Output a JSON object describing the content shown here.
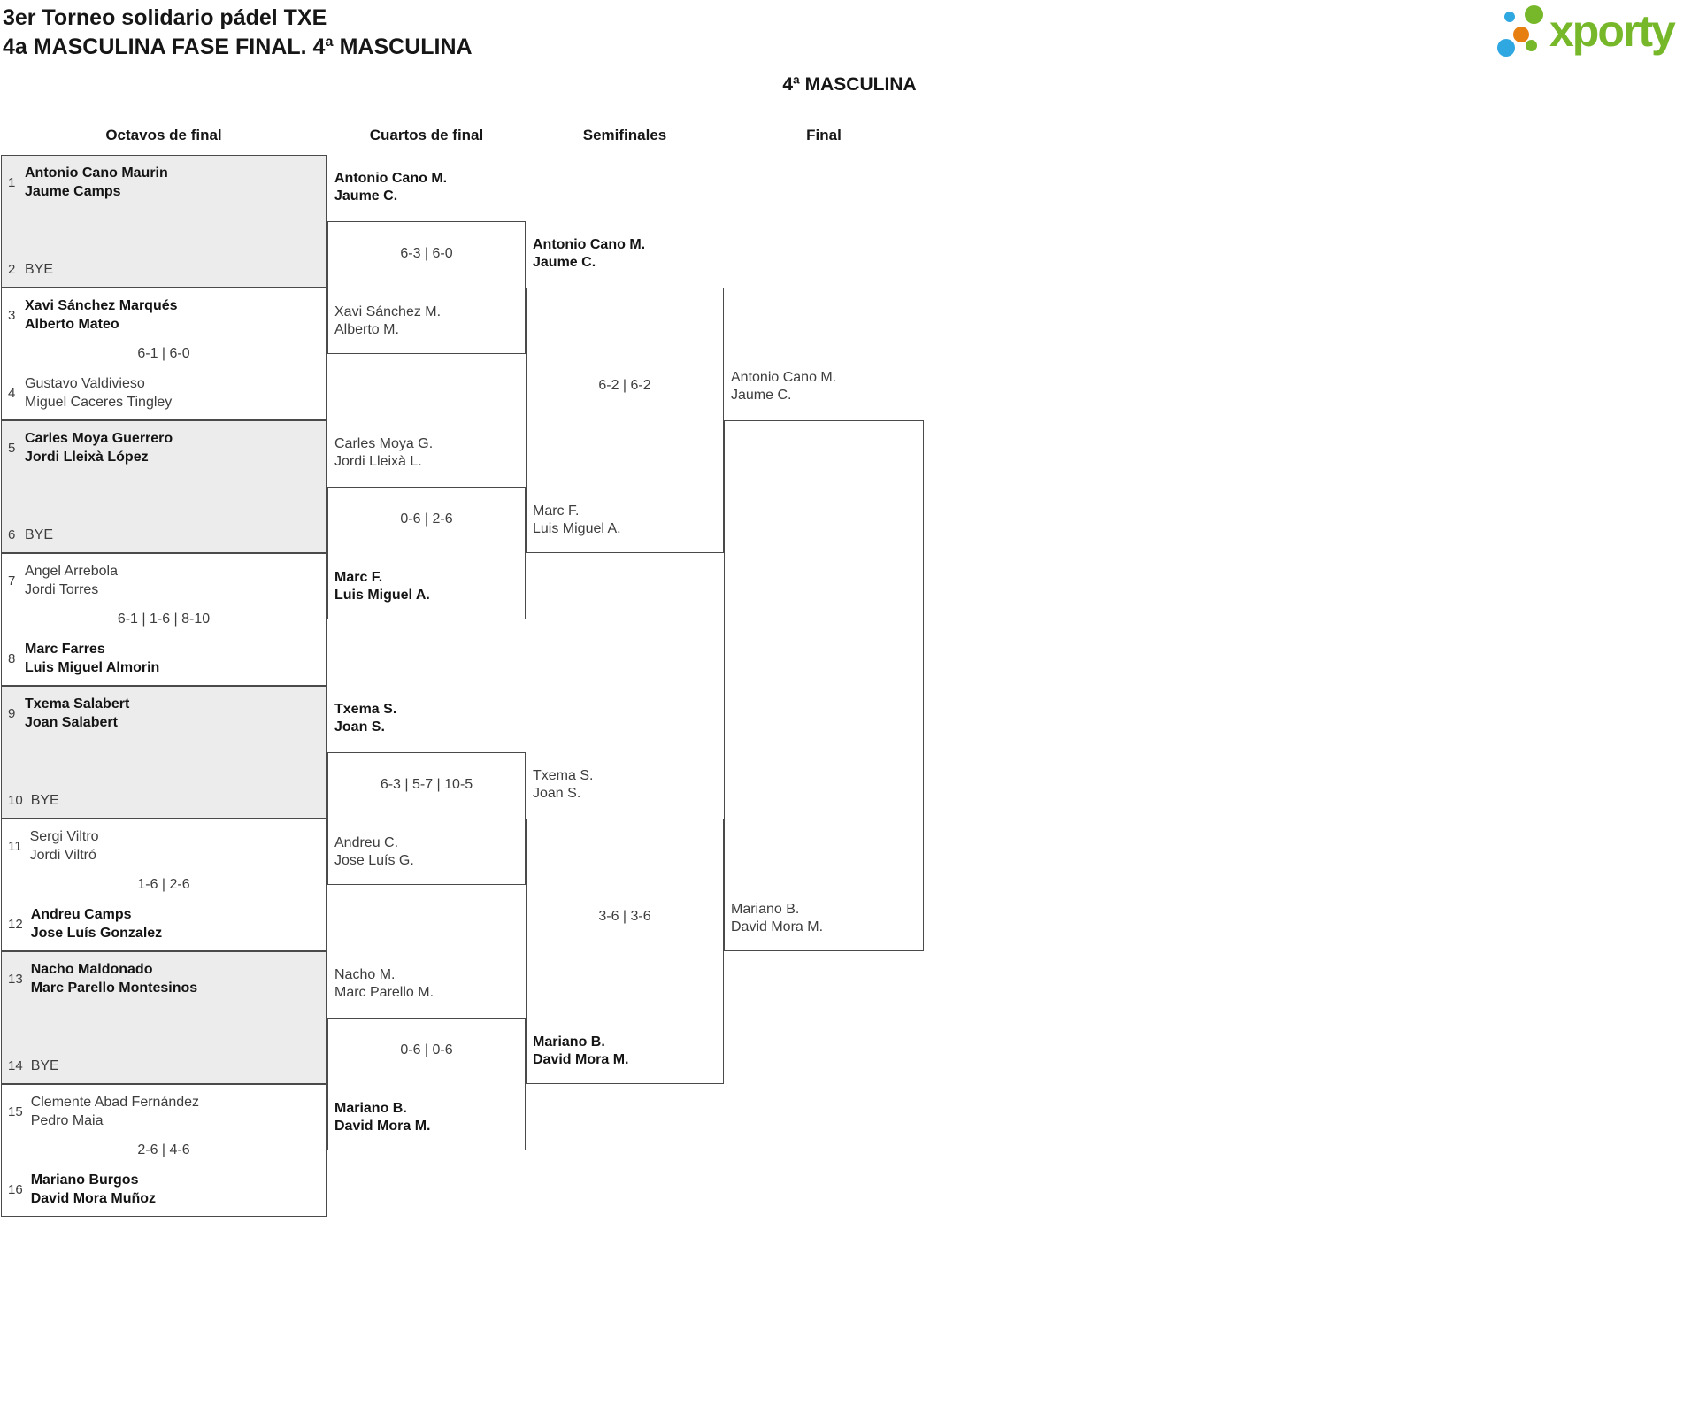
{
  "header": {
    "title_line1": "3er Torneo solidario pádel TXE",
    "title_line2": "4a MASCULINA FASE FINAL. 4ª MASCULINA"
  },
  "logo": {
    "text": "xporty",
    "green": "#76b82a",
    "blue": "#2fa8e1",
    "orange": "#e77f10"
  },
  "group_title": "4ª MASCULINA",
  "round_headers": {
    "r16": "Octavos de final",
    "qf": "Cuartos de final",
    "sf": "Semifinales",
    "final": "Final"
  },
  "bracket": {
    "r16": [
      {
        "seed_top": "1",
        "top1": "Antonio Cano Maurin",
        "top2": "Jaume Camps",
        "winner": "top",
        "score": "",
        "seed_bottom": "2",
        "bot1": "BYE",
        "bot2": ""
      },
      {
        "seed_top": "3",
        "top1": "Xavi Sánchez Marqués",
        "top2": "Alberto Mateo",
        "winner": "top",
        "score": "6-1 | 6-0",
        "seed_bottom": "4",
        "bot1": "Gustavo Valdivieso",
        "bot2": "Miguel Caceres Tingley"
      },
      {
        "seed_top": "5",
        "top1": "Carles Moya Guerrero",
        "top2": "Jordi Lleixà López",
        "winner": "top",
        "score": "",
        "seed_bottom": "6",
        "bot1": "BYE",
        "bot2": ""
      },
      {
        "seed_top": "7",
        "top1": "Angel Arrebola",
        "top2": "Jordi Torres",
        "winner": "bottom",
        "score": "6-1 | 1-6 | 8-10",
        "seed_bottom": "8",
        "bot1": "Marc Farres",
        "bot2": "Luis Miguel Almorin"
      },
      {
        "seed_top": "9",
        "top1": "Txema Salabert",
        "top2": "Joan Salabert",
        "winner": "top",
        "score": "",
        "seed_bottom": "10",
        "bot1": "BYE",
        "bot2": ""
      },
      {
        "seed_top": "11",
        "top1": "Sergi Viltro",
        "top2": "Jordi Viltró",
        "winner": "bottom",
        "score": "1-6 | 2-6",
        "seed_bottom": "12",
        "bot1": "Andreu Camps",
        "bot2": "Jose Luís Gonzalez"
      },
      {
        "seed_top": "13",
        "top1": "Nacho Maldonado",
        "top2": "Marc Parello Montesinos",
        "winner": "top",
        "score": "",
        "seed_bottom": "14",
        "bot1": "BYE",
        "bot2": ""
      },
      {
        "seed_top": "15",
        "top1": "Clemente Abad Fernández",
        "top2": "Pedro Maia",
        "winner": "bottom",
        "score": "2-6 | 4-6",
        "seed_bottom": "16",
        "bot1": "Mariano Burgos",
        "bot2": "David Mora Muñoz"
      }
    ],
    "qf": [
      {
        "top1": "Antonio Cano M.",
        "top2": "Jaume C.",
        "winner": "top",
        "score": "6-3 | 6-0",
        "bot1": "Xavi Sánchez M.",
        "bot2": "Alberto M."
      },
      {
        "top1": "Carles Moya G.",
        "top2": "Jordi Lleixà L.",
        "winner": "bottom",
        "score": "0-6 | 2-6",
        "bot1": "Marc F.",
        "bot2": "Luis Miguel A."
      },
      {
        "top1": "Txema S.",
        "top2": "Joan S.",
        "winner": "top",
        "score": "6-3 | 5-7 | 10-5",
        "bot1": "Andreu C.",
        "bot2": "Jose Luís G."
      },
      {
        "top1": "Nacho M.",
        "top2": "Marc Parello M.",
        "winner": "bottom",
        "score": "0-6 | 0-6",
        "bot1": "Mariano B.",
        "bot2": "David Mora M."
      }
    ],
    "sf": [
      {
        "top1": "Antonio Cano M.",
        "top2": "Jaume C.",
        "winner": "top",
        "score": "6-2 | 6-2",
        "bot1": "Marc F.",
        "bot2": "Luis Miguel A."
      },
      {
        "top1": "Txema S.",
        "top2": "Joan S.",
        "winner": "bottom",
        "score": "3-6 | 3-6",
        "bot1": "Mariano B.",
        "bot2": "David Mora M."
      }
    ],
    "final": {
      "top1": "Antonio Cano M.",
      "top2": "Jaume C.",
      "bot1": "Mariano B.",
      "bot2": "David Mora M.",
      "score": ""
    }
  }
}
